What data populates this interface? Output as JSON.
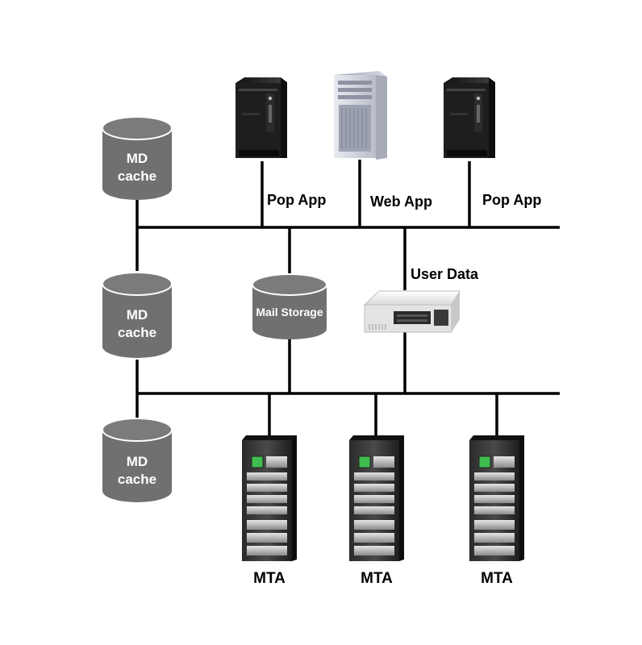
{
  "diagram": {
    "md_cache": [
      {
        "line1": "MD",
        "line2": "cache"
      },
      {
        "line1": "MD",
        "line2": "cache"
      },
      {
        "line1": "MD",
        "line2": "cache"
      }
    ],
    "mail_storage": "Mail Storage",
    "user_data": "User Data",
    "apps": [
      "Pop App",
      "Web App",
      "Pop App"
    ],
    "mtas": [
      "MTA",
      "MTA",
      "MTA"
    ],
    "colors": {
      "cylinder": "#707070",
      "line": "#000000",
      "server_dark": "#1f1f1f",
      "server_light": "#c9ccd6",
      "led": "#3fbf4f"
    }
  }
}
